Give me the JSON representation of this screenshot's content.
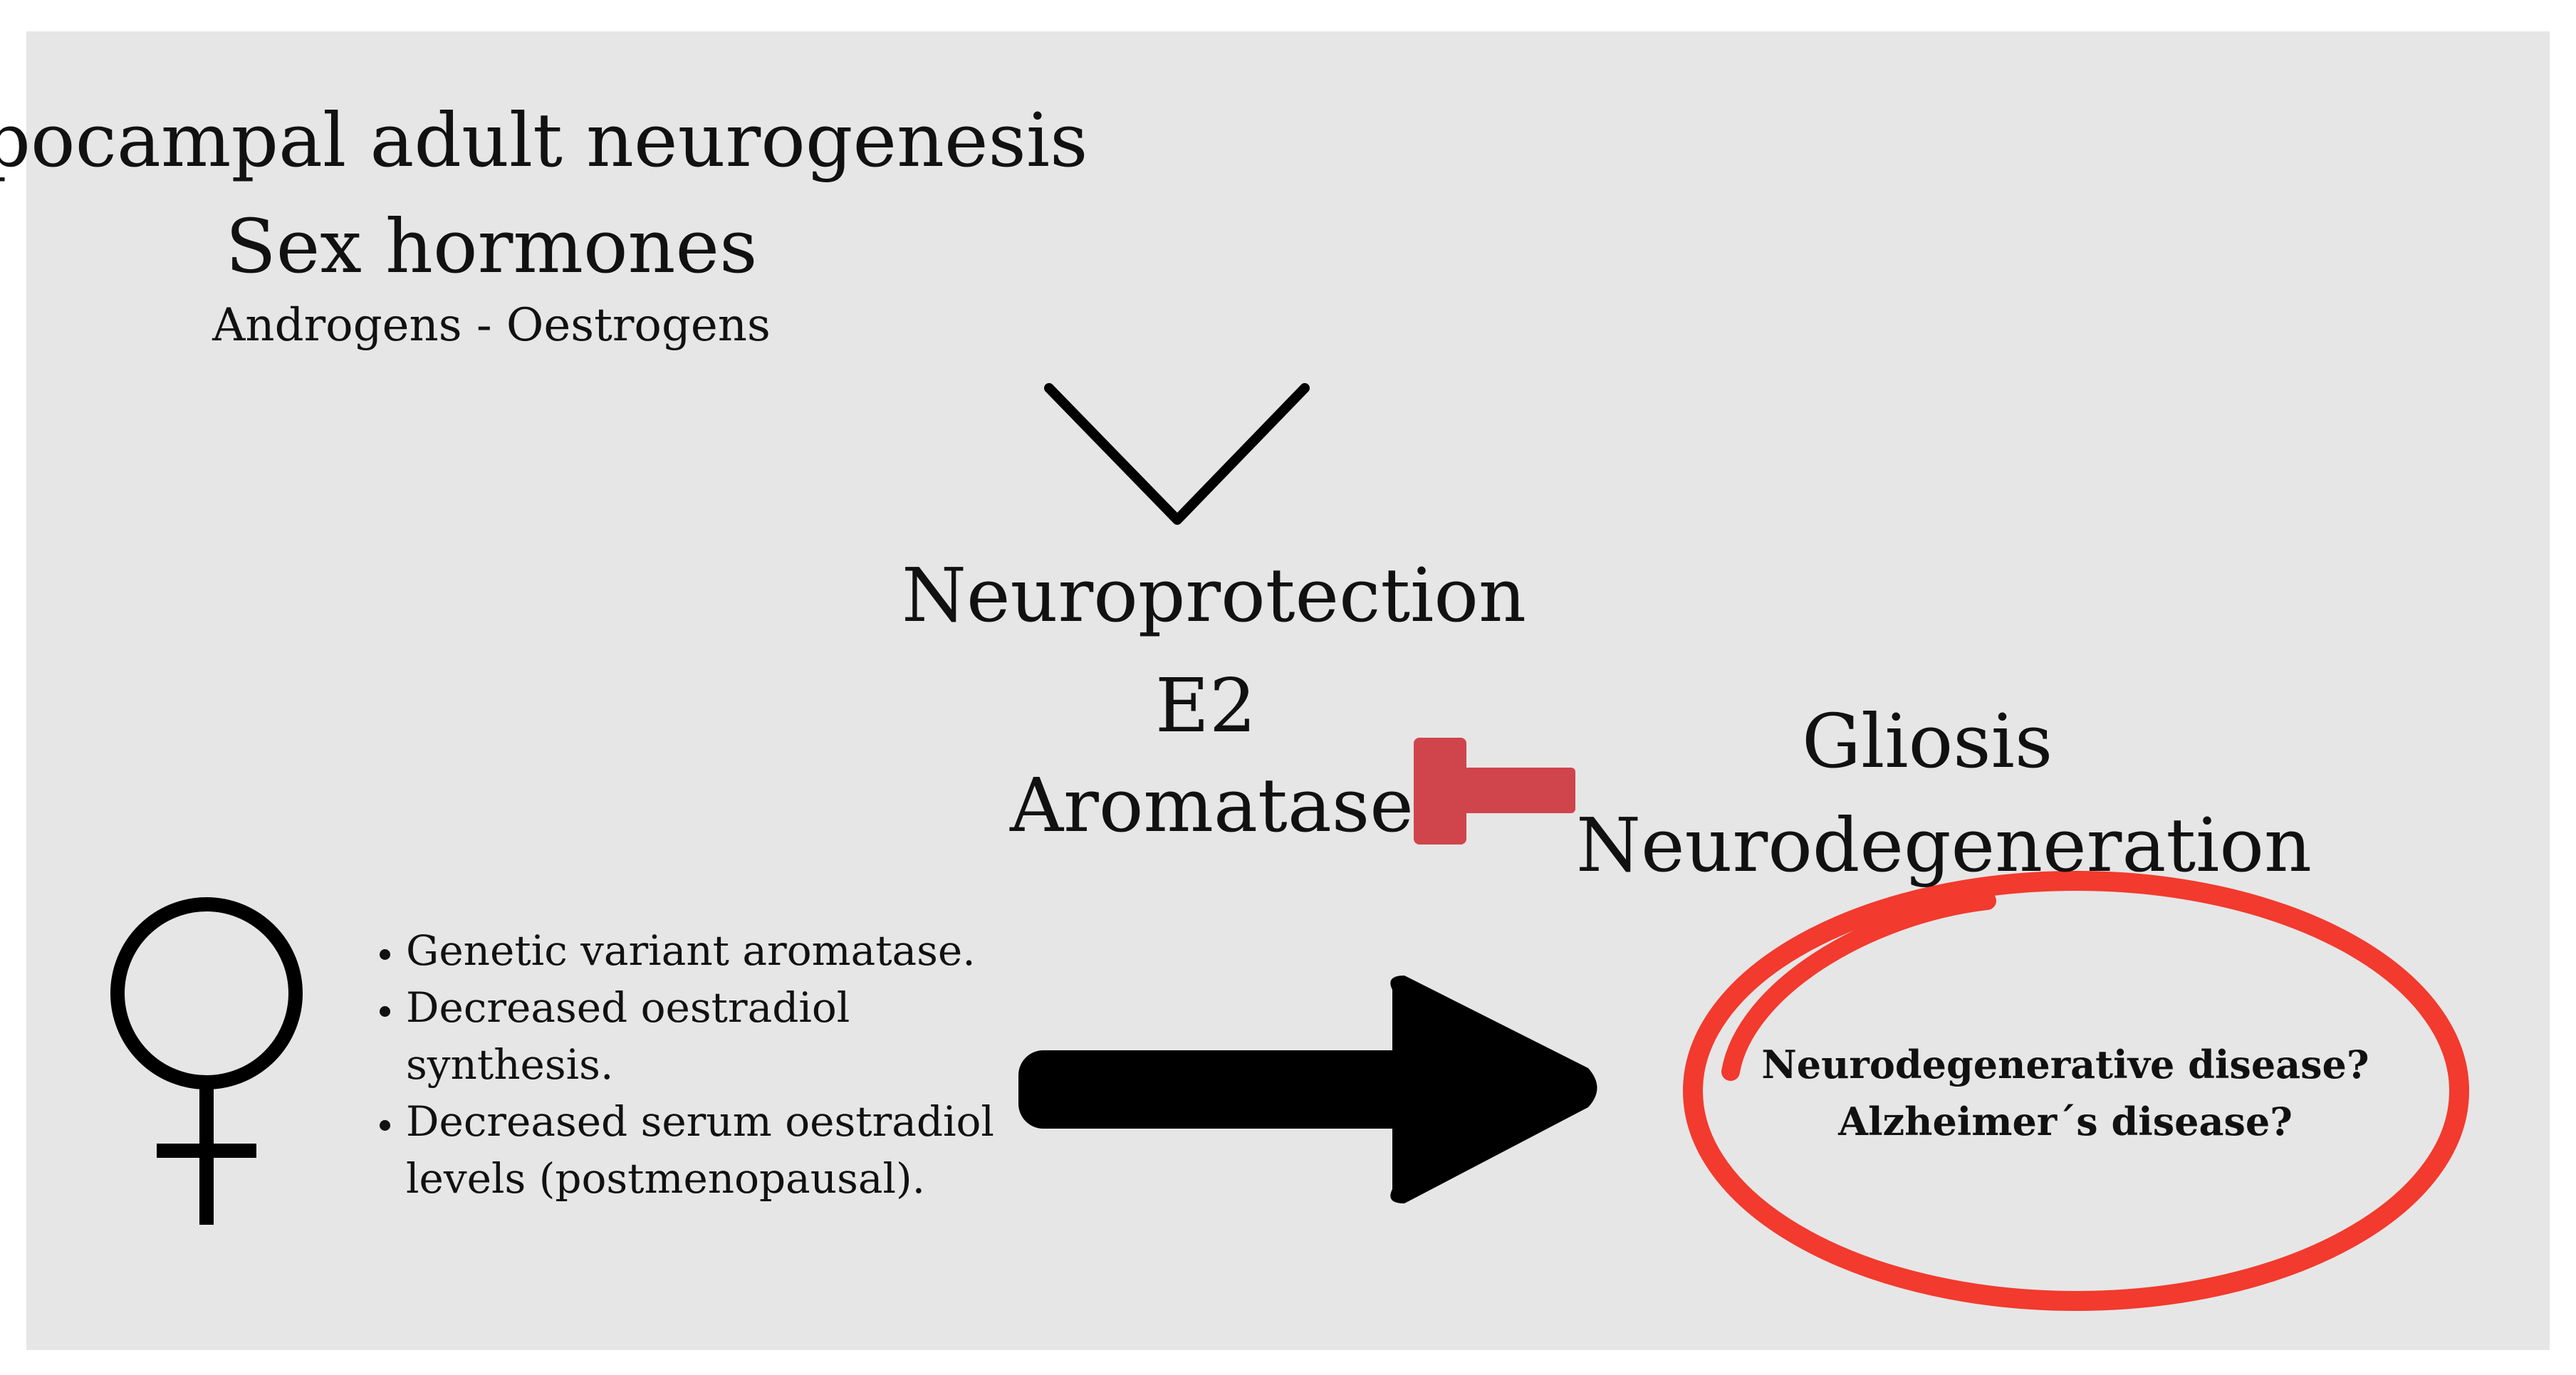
{
  "heading": {
    "line1": "Hipocampal adult neurogenesis",
    "line2": "Sex hormones",
    "line3": "Androgens - Oestrogens"
  },
  "center": {
    "neuroprotection": "Neuroprotection",
    "e2": "E2",
    "aromatase": "Aromatase"
  },
  "right": {
    "gliosis": "Gliosis",
    "neurodegeneration": "Neurodegeneration"
  },
  "bullets": [
    "Genetic variant aromatase.",
    "Decreased oestradiol synthesis.",
    "Decreased serum oestradiol levels (postmenopausal)."
  ],
  "outcome": {
    "line1": "Neurodegenerative disease?",
    "line2": "Alzheimer´s disease?"
  },
  "colors": {
    "background": "#e6e6e6",
    "inhibition": "#d0454b",
    "circle": "#f23a2e",
    "ink": "#000000"
  },
  "icons": {
    "female": "female-symbol-icon",
    "arrow": "right-arrow-icon",
    "inhibit": "inhibition-bar-icon"
  }
}
